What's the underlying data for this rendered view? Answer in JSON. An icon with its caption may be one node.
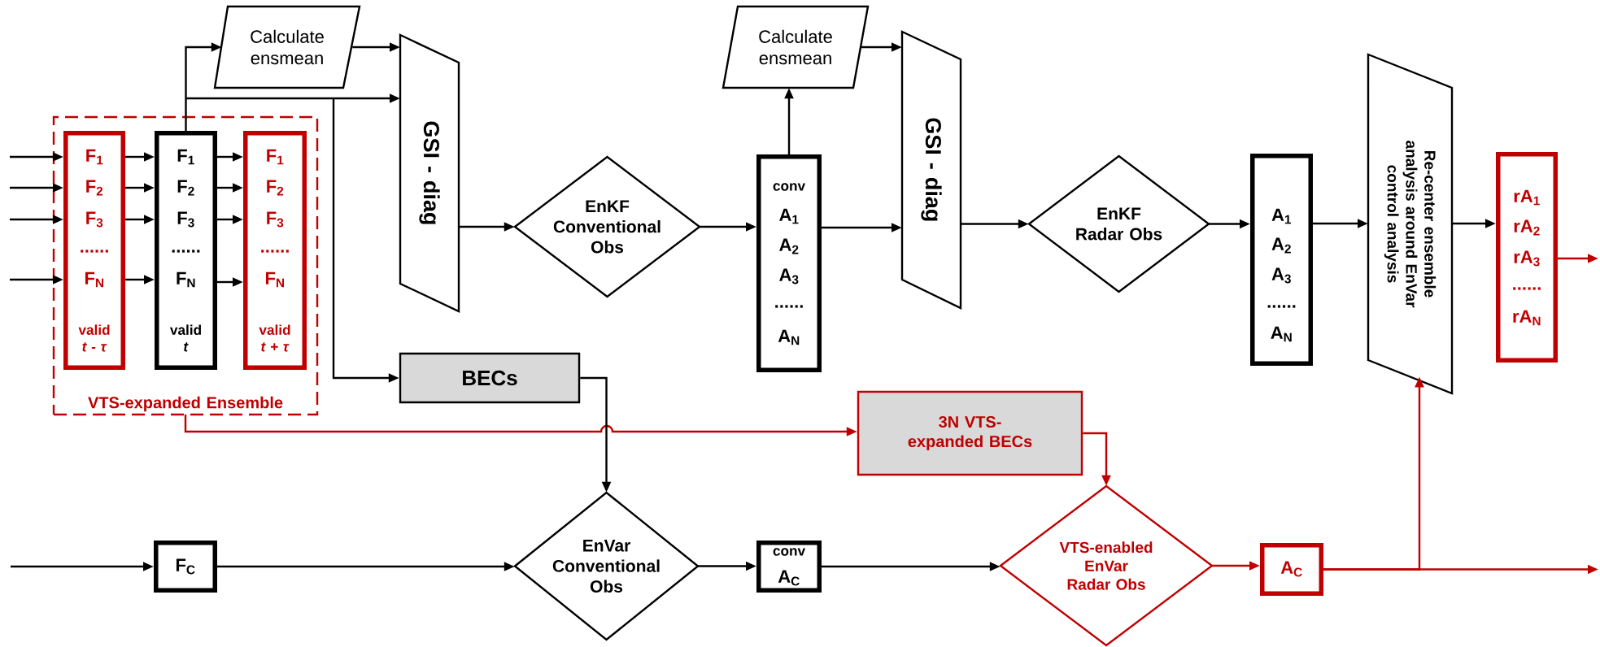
{
  "diagram": {
    "nodes": [
      {
        "text": [
          "VTS-expanded Ensemble"
        ]
      },
      {
        "text": [
          "F$_{1}$",
          "F$_{2}$",
          "F$_{3}$",
          "......",
          "F$_{N}$",
          "valid *t - τ*"
        ],
        "in": 0
      },
      {
        "text": [
          "F$_{1}$",
          "F$_{2}$",
          "F$_{3}$",
          "......",
          "F$_{N}$",
          "valid *t*"
        ],
        "in": 0
      },
      {
        "text": [
          "F$_{1}$",
          "F$_{2}$",
          "F$_{3}$",
          "......",
          "F$_{N}$",
          "valid *t + τ*"
        ],
        "in": 0
      },
      {
        "text": [
          "Calculate ensmean"
        ]
      },
      {
        "text": [
          "GSI - diag"
        ]
      },
      {
        "text": [
          "BECs"
        ]
      },
      {
        "text": [
          "EnKF Conventional Obs"
        ]
      },
      {
        "text": [
          "Calculate ensmean"
        ]
      },
      {
        "text": [
          "conv",
          "A$_{1}$",
          "A$_{2}$",
          "A$_{3}$",
          "......",
          "A$_{N}$"
        ]
      },
      {
        "text": [
          "GSI - diag"
        ]
      },
      {
        "text": [
          "EnKF Radar Obs"
        ]
      },
      {
        "text": [
          "A$_{1}$",
          "A$_{2}$",
          "A$_{3}$",
          "......",
          "A$_{N}$"
        ]
      },
      {
        "text": [
          "Re-center ensemble analysis around EnVar control analysis"
        ]
      },
      {
        "text": [
          "rA$_{1}$",
          "rA$_{2}$",
          "rA$_{3}$",
          "......",
          "rA$_{N}$"
        ]
      },
      {
        "text": [
          "3N VTS-expanded BECs"
        ]
      },
      {
        "text": [
          "F$_{C}$"
        ]
      },
      {
        "text": [
          "EnVar Conventional Obs"
        ]
      },
      {
        "text": [
          "conv",
          "A$_{C}$"
        ]
      },
      {
        "text": [
          "VTS-enabled EnVar Radar Obs"
        ]
      },
      {
        "text": [
          "A$_{C}$"
        ]
      }
    ],
    "edges": [
      {
        "from": null,
        "to": 1,
        "arrow": "to"
      },
      {
        "from": null,
        "to": 1,
        "arrow": "to"
      },
      {
        "from": null,
        "to": 1,
        "arrow": "to"
      },
      {
        "from": null,
        "to": 1,
        "arrow": "to"
      },
      {
        "from": 1,
        "to": 2,
        "arrow": "to"
      },
      {
        "from": 1,
        "to": 2,
        "arrow": "to"
      },
      {
        "from": 1,
        "to": 2,
        "arrow": "to"
      },
      {
        "from": 1,
        "to": 2,
        "arrow": "to"
      },
      {
        "from": 2,
        "to": 3,
        "arrow": "to"
      },
      {
        "from": 2,
        "to": 3,
        "arrow": "to"
      },
      {
        "from": 2,
        "to": 3,
        "arrow": "to"
      },
      {
        "from": 2,
        "to": 3,
        "arrow": "to"
      },
      {
        "from": 2,
        "to": 4,
        "arrow": "to"
      },
      {
        "from": 4,
        "to": 5,
        "arrow": "to"
      },
      {
        "from": 2,
        "to": 5,
        "arrow": "to"
      },
      {
        "from": 2,
        "to": 6,
        "arrow": "to"
      },
      {
        "from": 5,
        "to": 7,
        "arrow": "to"
      },
      {
        "from": 7,
        "to": 9,
        "arrow": "to"
      },
      {
        "from": 9,
        "to": 8,
        "arrow": "to"
      },
      {
        "from": 8,
        "to": 10,
        "arrow": "to"
      },
      {
        "from": 9,
        "to": 10,
        "arrow": "to"
      },
      {
        "from": 10,
        "to": 11,
        "arrow": "to"
      },
      {
        "from": 11,
        "to": 12,
        "arrow": "to"
      },
      {
        "from": 12,
        "to": 13,
        "arrow": "to"
      },
      {
        "from": 13,
        "to": 14,
        "arrow": "to"
      },
      {
        "from": 14,
        "to": null,
        "arrow": "to",
        "color": "#c00000"
      },
      {
        "from": 0,
        "to": 15,
        "arrow": "to",
        "color": "#c00000"
      },
      {
        "from": 6,
        "to": 17,
        "arrow": "to"
      },
      {
        "from": 15,
        "to": 19,
        "arrow": "to",
        "color": "#c00000"
      },
      {
        "from": null,
        "to": 16,
        "arrow": "to"
      },
      {
        "from": 16,
        "to": 17,
        "arrow": "to"
      },
      {
        "from": 17,
        "to": 18,
        "arrow": "to"
      },
      {
        "from": 18,
        "to": 19,
        "arrow": "to"
      },
      {
        "from": 19,
        "to": 20,
        "arrow": "to",
        "color": "#c00000"
      },
      {
        "from": 20,
        "to": 13,
        "arrow": "to",
        "color": "#c00000"
      },
      {
        "from": 20,
        "to": null,
        "arrow": "to",
        "color": "#c00000"
      }
    ]
  }
}
